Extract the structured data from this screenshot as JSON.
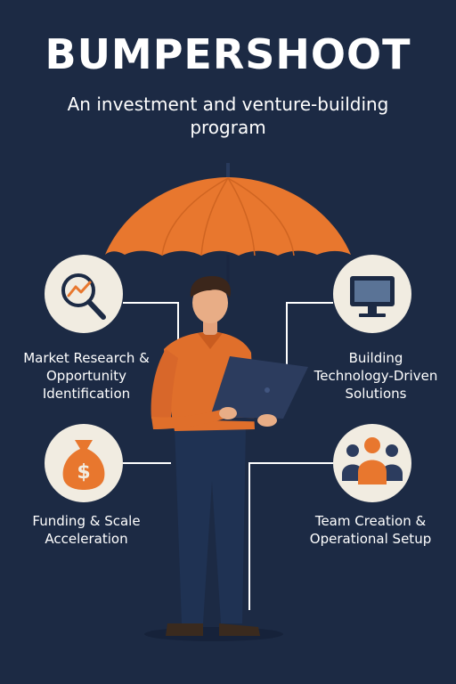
{
  "header": {
    "title": "BUMPERSHOOT",
    "subtitle": "An investment and venture-building program"
  },
  "pillars": [
    {
      "label": "Market Research & Opportunity Identification",
      "icon": "magnifier-chart-icon"
    },
    {
      "label": "Building Technology-Driven Solutions",
      "icon": "monitor-icon"
    },
    {
      "label": "Funding & Scale Acceleration",
      "icon": "money-bag-icon"
    },
    {
      "label": "Team Creation & Operational Setup",
      "icon": "team-icon"
    }
  ],
  "money_symbol": "$",
  "colors": {
    "background": "#1c2a44",
    "accent": "#e8772e",
    "circle": "#f1ece1",
    "text": "#ffffff"
  }
}
